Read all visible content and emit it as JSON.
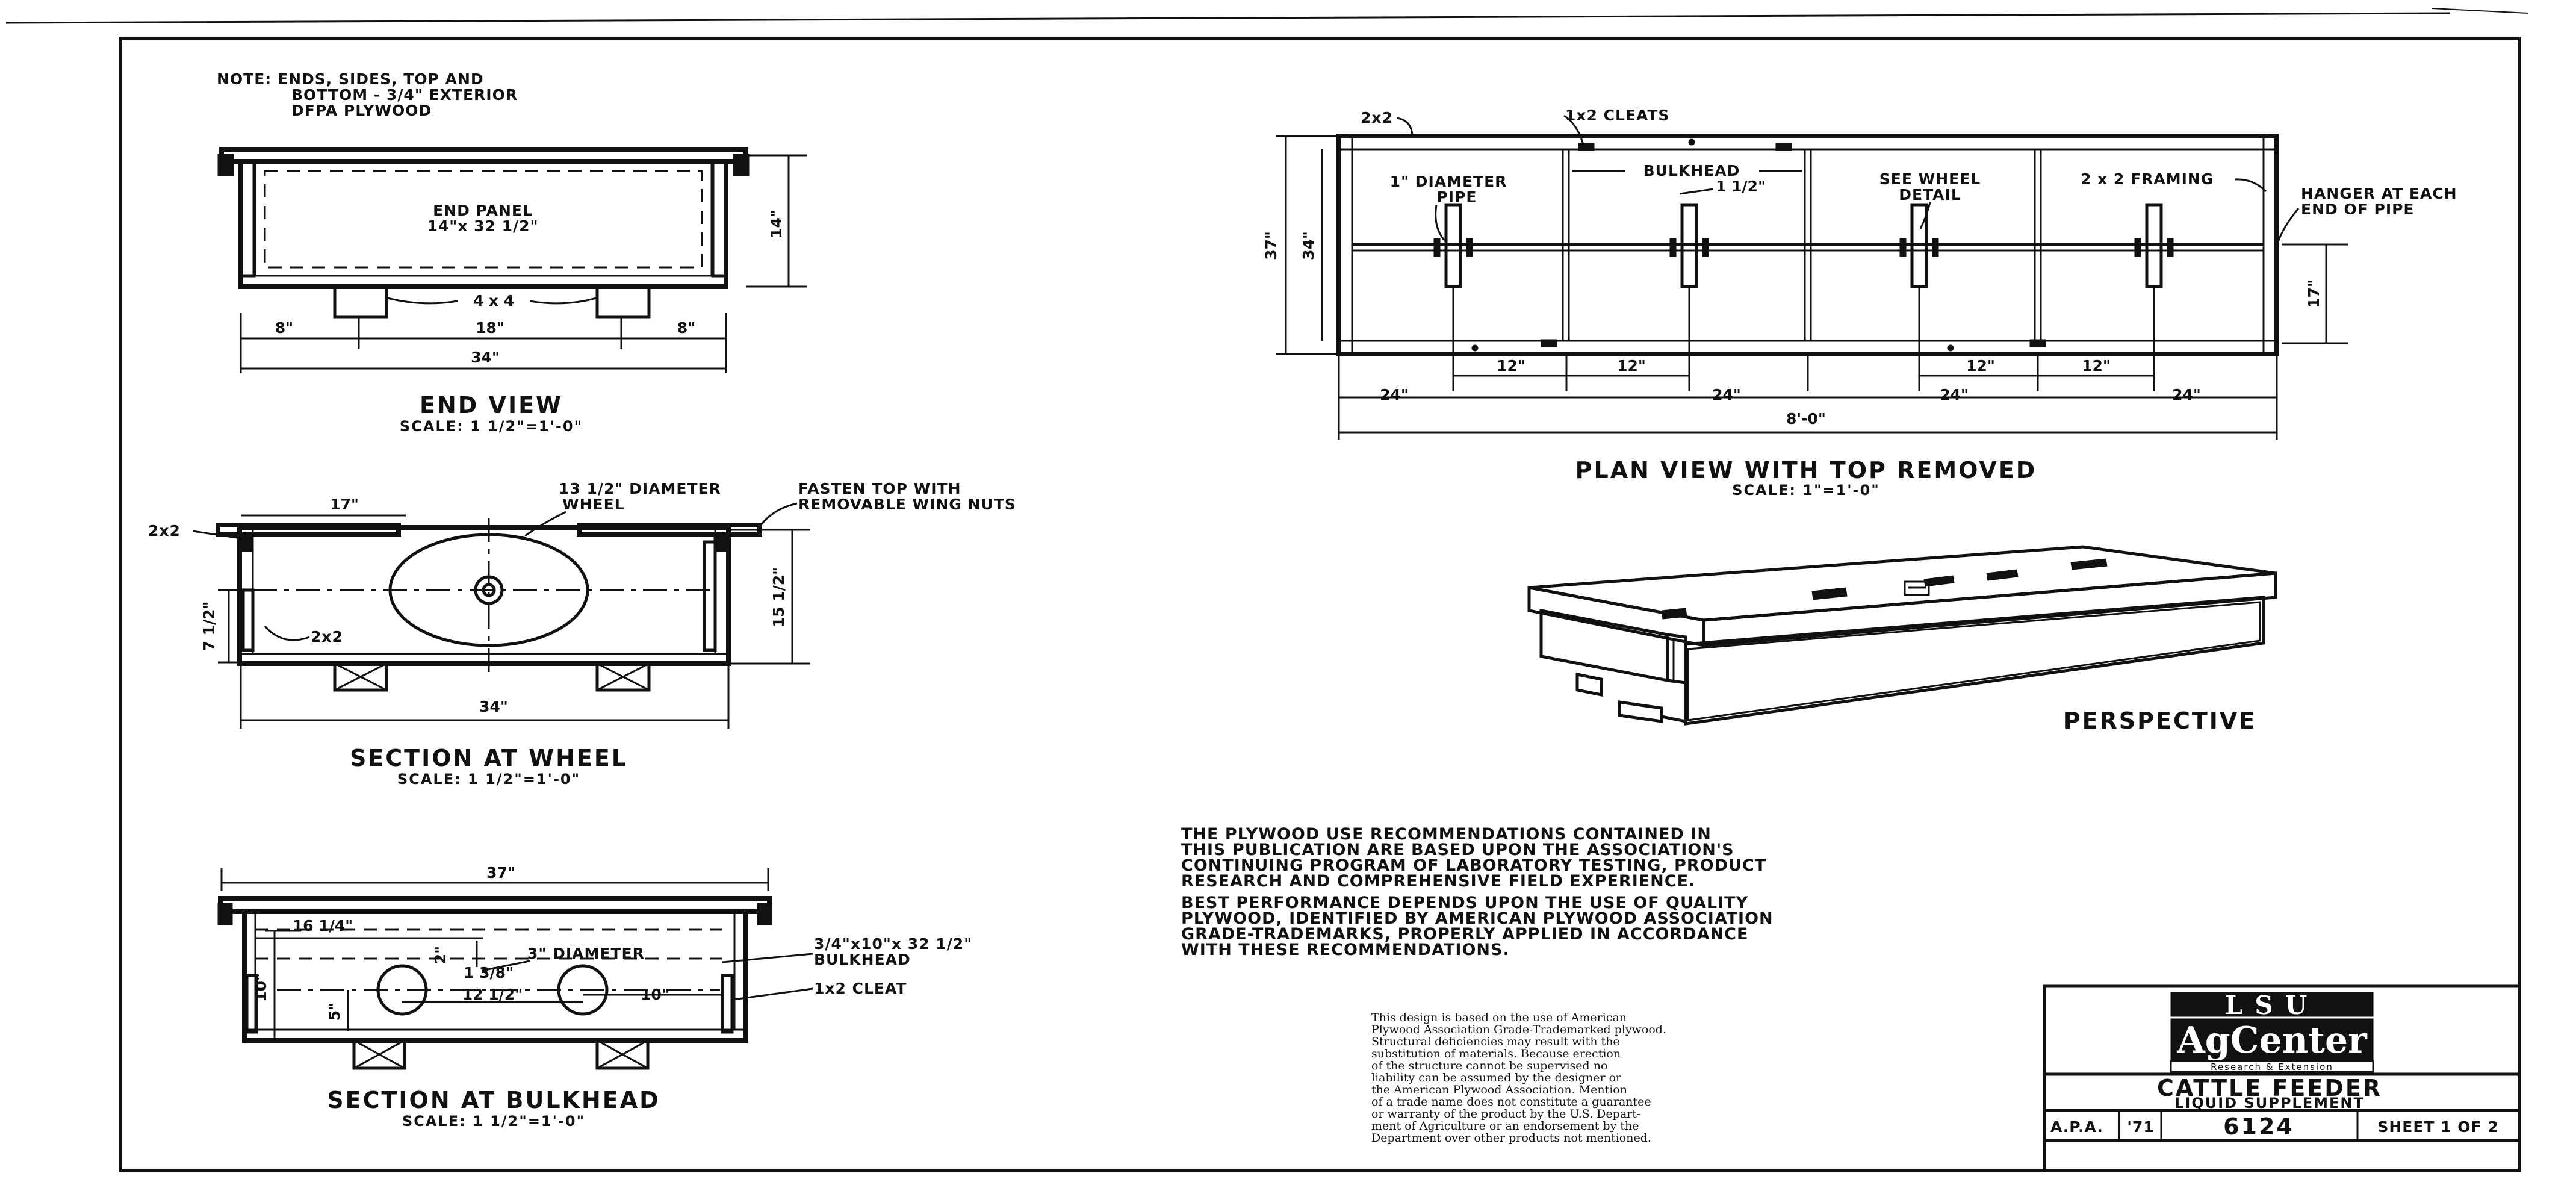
{
  "note": {
    "lines": [
      "NOTE:  ENDS, SIDES, TOP AND",
      "BOTTOM - 3/4\" EXTERIOR",
      "DFPA PLYWOOD"
    ]
  },
  "end_view": {
    "title": "END VIEW",
    "scale": "SCALE: 1 1/2\"=1'-0\"",
    "panel_label": [
      "END PANEL",
      "14\"x 32 1/2\""
    ],
    "label_4x4": "4 x 4",
    "dims": {
      "height": "14\"",
      "left": "8\"",
      "middle": "18\"",
      "right": "8\"",
      "total": "34\""
    }
  },
  "section_wheel": {
    "title": "SECTION AT WHEEL",
    "scale": "SCALE: 1 1/2\"=1'-0\"",
    "label_2x2_left": "2x2",
    "label_2x2_inner": "2x2",
    "label_17": "17\"",
    "wheel_label": [
      "13 1/2\" DIAMETER",
      "WHEEL"
    ],
    "fasten_label": [
      "FASTEN TOP WITH",
      "REMOVABLE WING NUTS"
    ],
    "dims": {
      "left": "7 1/2\"",
      "right": "15 1/2\"",
      "bottom": "34\""
    }
  },
  "section_bulkhead": {
    "title": "SECTION AT BULKHEAD",
    "scale": "SCALE: 1 1/2\"=1'-0\"",
    "dims": {
      "top": "37\"",
      "d16": "16 1/4\"",
      "d2": "2\"",
      "d138": "1 3/8\"",
      "d12": "12 1/2\"",
      "d10r": "10\"",
      "d10l": "10\"",
      "d5": "5\""
    },
    "diameter_label": "3\" DIAMETER",
    "bulkhead_label": [
      "3/4\"x10\"x 32 1/2\"",
      "BULKHEAD"
    ],
    "cleat_label": "1x2 CLEAT"
  },
  "plan_view": {
    "title": "PLAN VIEW WITH TOP REMOVED",
    "scale": "SCALE: 1\"=1'-0\"",
    "labels": {
      "l2x2": "2x2",
      "cleats": "1x2 CLEATS",
      "pipe": [
        "1\" DIAMETER",
        "PIPE"
      ],
      "bulkhead": "BULKHEAD",
      "d112": "1 1/2\"",
      "wheel": [
        "SEE WHEEL",
        "DETAIL"
      ],
      "framing": "2 x 2  FRAMING",
      "hanger": [
        "HANGER AT EACH",
        "END OF PIPE"
      ]
    },
    "dims": {
      "h37": "37\"",
      "h34": "34\"",
      "h17": "17\"",
      "d12a": "12\"",
      "d12b": "12\"",
      "d12c": "12\"",
      "d12d": "12\"",
      "d24a": "24\"",
      "d24b": "24\"",
      "d24c": "24\"",
      "d24d": "24\"",
      "total": "8'-0\""
    }
  },
  "perspective": {
    "title": "PERSPECTIVE"
  },
  "recommendations": {
    "para1": [
      "THE PLYWOOD USE RECOMMENDATIONS CONTAINED IN",
      "THIS PUBLICATION ARE BASED UPON THE ASSOCIATION'S",
      "CONTINUING PROGRAM OF LABORATORY TESTING, PRODUCT",
      "RESEARCH AND COMPREHENSIVE FIELD EXPERIENCE."
    ],
    "para2": [
      "BEST PERFORMANCE DEPENDS UPON THE USE OF QUALITY",
      "PLYWOOD, IDENTIFIED BY AMERICAN PLYWOOD ASSOCIATION",
      "GRADE-TRADEMARKS, PROPERLY APPLIED IN ACCORDANCE",
      "WITH THESE RECOMMENDATIONS."
    ]
  },
  "disclaimer": {
    "lines": [
      "This design is based on the use of American",
      "Plywood Association Grade-Trademarked plywood.",
      "Structural deficiencies may result with the",
      "substitution of materials.  Because erection",
      "of the structure cannot be supervised no",
      "liability can be assumed by the designer or",
      "the American Plywood Association.  Mention",
      "of a trade name does not constitute a guarantee",
      "or warranty of the product by the U.S. Depart-",
      "ment of Agriculture or an endorsement by the",
      "Department over other products not mentioned."
    ]
  },
  "title_block": {
    "logo_top": "LSU",
    "logo_main": "AgCenter",
    "logo_sub": "Research & Extension",
    "title": "CATTLE FEEDER",
    "subtitle": "LIQUID SUPPLEMENT",
    "apa": "A.P.A.",
    "year": "'71",
    "number": "6124",
    "sheet": "SHEET 1 OF 2"
  }
}
